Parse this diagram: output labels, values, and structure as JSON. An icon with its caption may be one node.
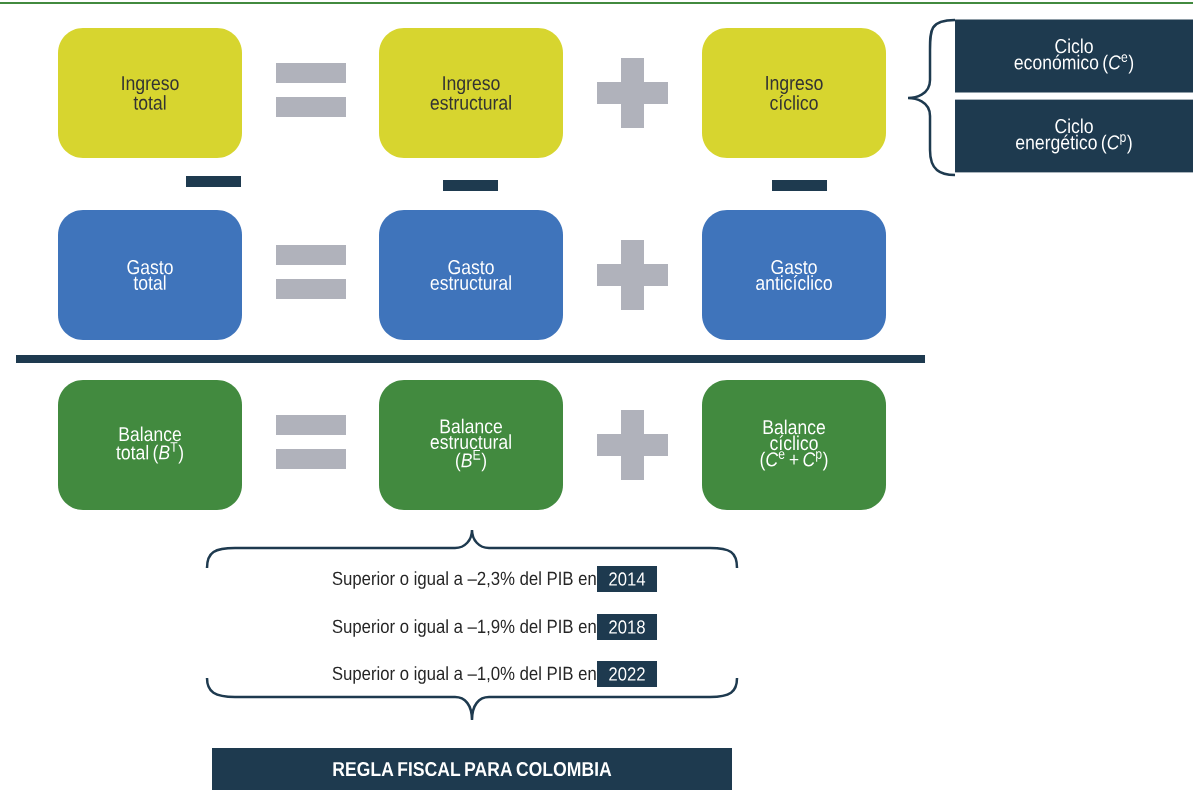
{
  "diagram": {
    "nodes": [
      {
        "text": [
          "Ingreso total"
        ]
      },
      {
        "text": [
          "Ingreso estructural"
        ]
      },
      {
        "text": [
          "Ingreso cíclico"
        ]
      },
      {
        "text": [
          "Gasto total"
        ]
      },
      {
        "text": [
          "Gasto estructural"
        ]
      },
      {
        "text": [
          "Gasto anticíclico"
        ]
      },
      {
        "text": [
          "Balance total (*B*$^{T}$)"
        ]
      },
      {
        "text": [
          "Balance estructural (*B*$^{E}$)"
        ]
      },
      {
        "text": [
          "Balance cíclico (*C*$^{e}$ + *C*$^{p}$)"
        ]
      },
      {
        "text": [
          "Ciclo económico (*C*$^{e}$)"
        ]
      },
      {
        "text": [
          "Ciclo energético (*C*$^{p}$)"
        ]
      },
      {
        "text": [
          "2014"
        ],
        "beside": [
          "Superior o igual a –2,3% del PIB en"
        ]
      },
      {
        "text": [
          "2018"
        ],
        "beside": [
          "Superior o igual a –1,9% del PIB en"
        ]
      },
      {
        "text": [
          "2022"
        ],
        "beside": [
          "Superior o igual a –1,0% del PIB en"
        ]
      },
      {
        "text": [
          "REGLA FISCAL PARA COLOMBIA"
        ]
      }
    ]
  }
}
